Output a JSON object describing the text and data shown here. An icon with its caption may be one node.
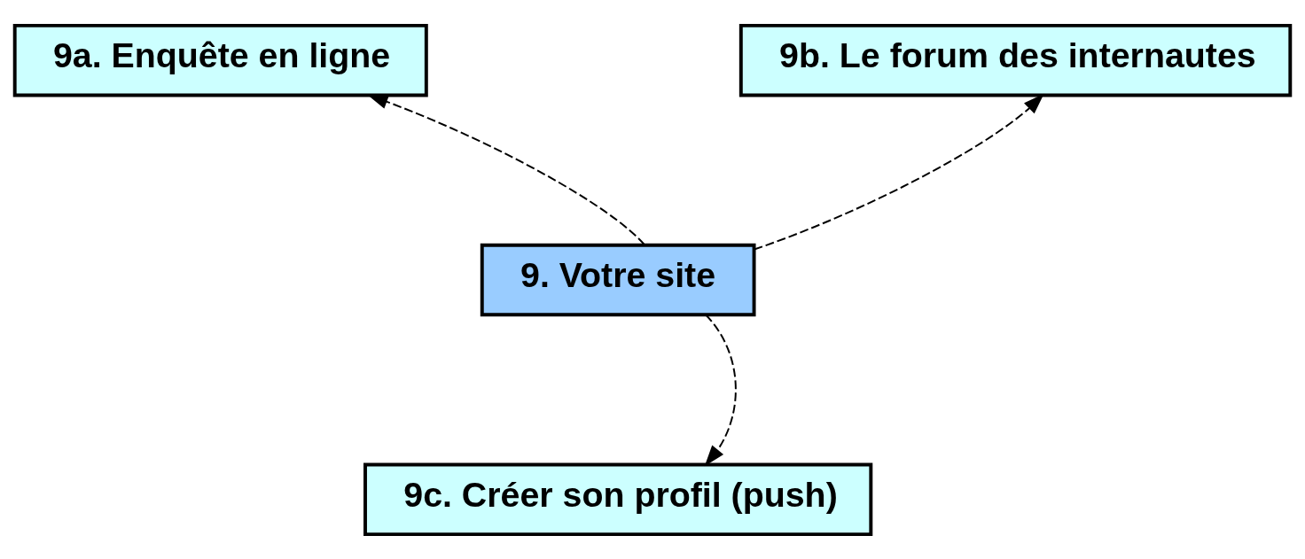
{
  "diagram": {
    "nodes": [
      {
        "text": [
          "9a. Enquête en ligne"
        ]
      },
      {
        "text": [
          "9b. Le forum des internautes"
        ]
      },
      {
        "text": [
          "9. Votre site"
        ]
      },
      {
        "text": [
          "9c. Créer son profil (push)"
        ]
      }
    ],
    "edges": [
      {
        "from": 2,
        "to": 0,
        "arrow": "to",
        "style": "dashed"
      },
      {
        "from": 2,
        "to": 1,
        "arrow": "to",
        "style": "dashed"
      },
      {
        "from": 2,
        "to": 3,
        "arrow": "to",
        "style": "dashed"
      }
    ]
  }
}
